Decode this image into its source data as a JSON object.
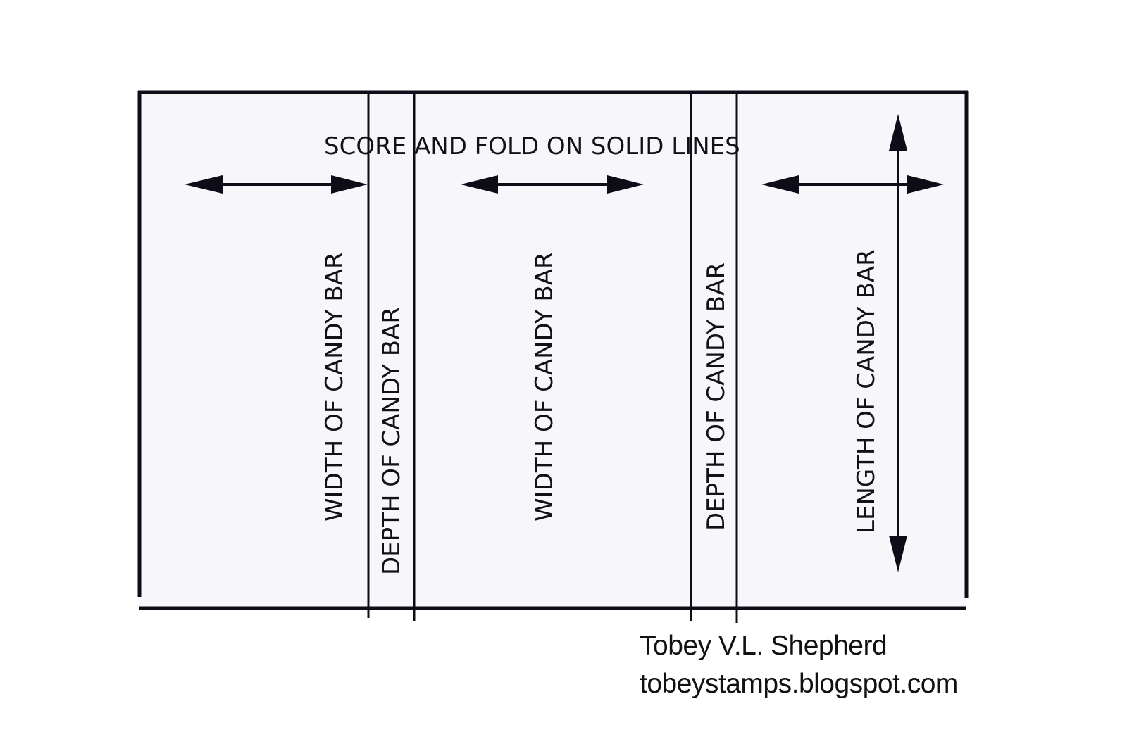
{
  "template": {
    "instruction": "SCORE AND FOLD ON SOLID LINES",
    "panels": [
      {
        "label": "WIDTH OF CANDY BAR"
      },
      {
        "label": "DEPTH OF CANDY BAR"
      },
      {
        "label": "WIDTH OF CANDY BAR"
      },
      {
        "label": "DEPTH OF CANDY BAR"
      },
      {
        "label": "LENGTH OF CANDY BAR"
      }
    ]
  },
  "credit": {
    "author": "Tobey V.L. Shepherd",
    "website": "tobeystamps.blogspot.com"
  },
  "colors": {
    "paper": "#f6f6fb",
    "ink": "#0d0d18"
  }
}
